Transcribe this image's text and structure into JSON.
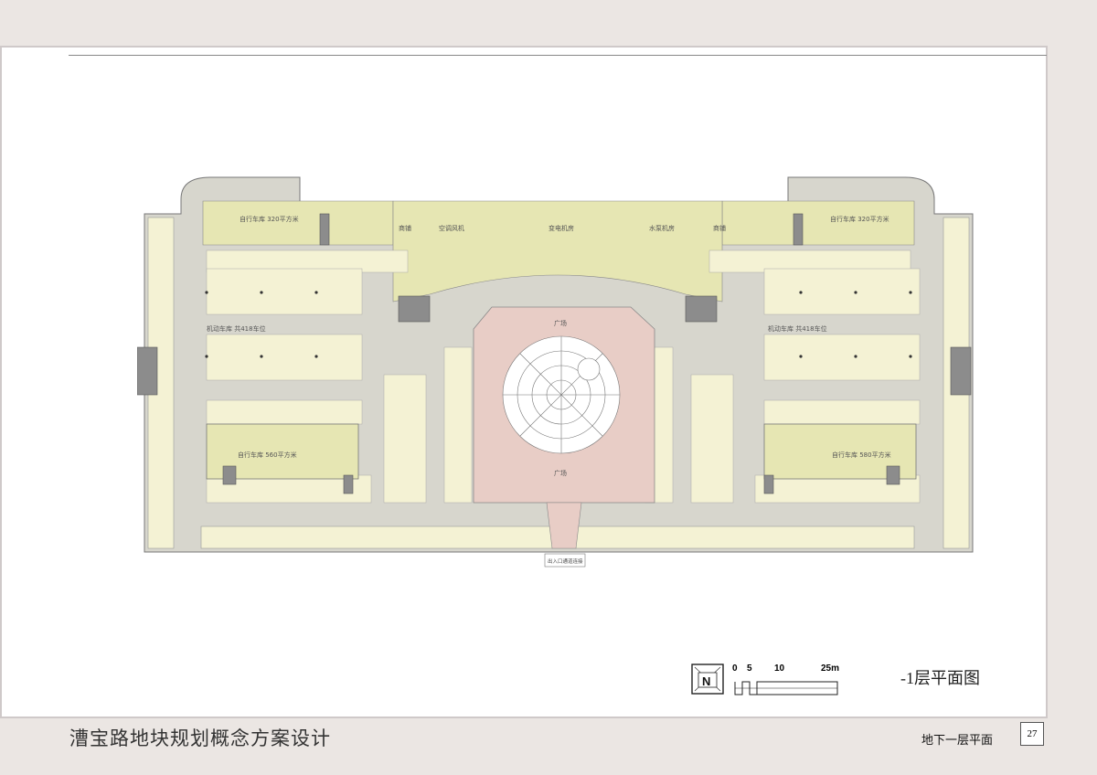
{
  "project_title": "漕宝路地块规划概念方案设计",
  "sheet_subtitle": "地下一层平面",
  "page_number": "27",
  "plan_label": "-1层平面图",
  "scale_bar": {
    "ticks": [
      "0",
      "5",
      "10",
      "25m"
    ]
  },
  "north_arrow_letter": "N",
  "plan": {
    "shop_left": "商铺",
    "shop_mid_left": "空调风机",
    "shop_mid": "变电机房",
    "shop_mid_right": "水泵机房",
    "shop_right": "商铺",
    "bike_top_left": "自行车库 320平方米",
    "bike_top_right": "自行车库 320平方米",
    "car_left": "机动车库 共418车位",
    "car_right": "机动车库 共418车位",
    "bike_bottom_left": "自行车库 560平方米",
    "bike_bottom_right": "自行车库 580平方米",
    "plaza_top": "广场",
    "plaza_bottom": "广场",
    "exit_label": "出入口通道连接"
  },
  "colors": {
    "road": "#d7d6cd",
    "parking": "#f4f2d4",
    "room": "#e6e6b3",
    "plaza": "#e8cdc6",
    "core": "#8c8c8c"
  }
}
